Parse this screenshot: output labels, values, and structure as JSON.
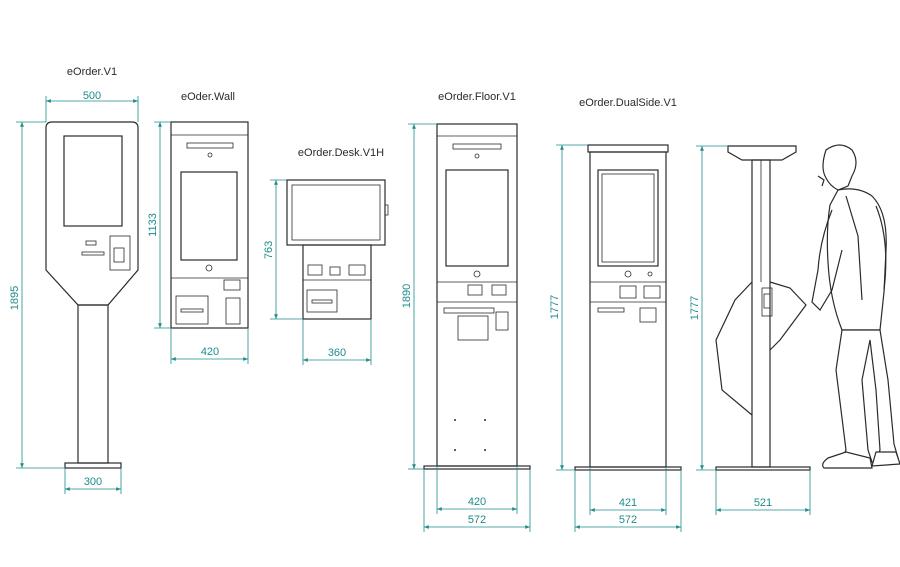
{
  "colors": {
    "dimension": "#1f8c8c",
    "line": "#2b2b2b",
    "background": "#ffffff"
  },
  "models": [
    {
      "title": "eOrder.V1",
      "height": "1895",
      "width_top": "500",
      "width_base": "300"
    },
    {
      "title": "eOder.Wall",
      "height": "1133",
      "width": "420"
    },
    {
      "title": "eOrder.Desk.V1H",
      "height": "763",
      "width": "360"
    },
    {
      "title": "eOrder.Floor.V1",
      "height": "1890",
      "width_inner": "420",
      "width_base": "572"
    },
    {
      "title": "eOrder.DualSide.V1",
      "height_front": "1777",
      "width_inner": "421",
      "width_base": "572",
      "height_side": "1777",
      "depth_side": "521"
    }
  ]
}
